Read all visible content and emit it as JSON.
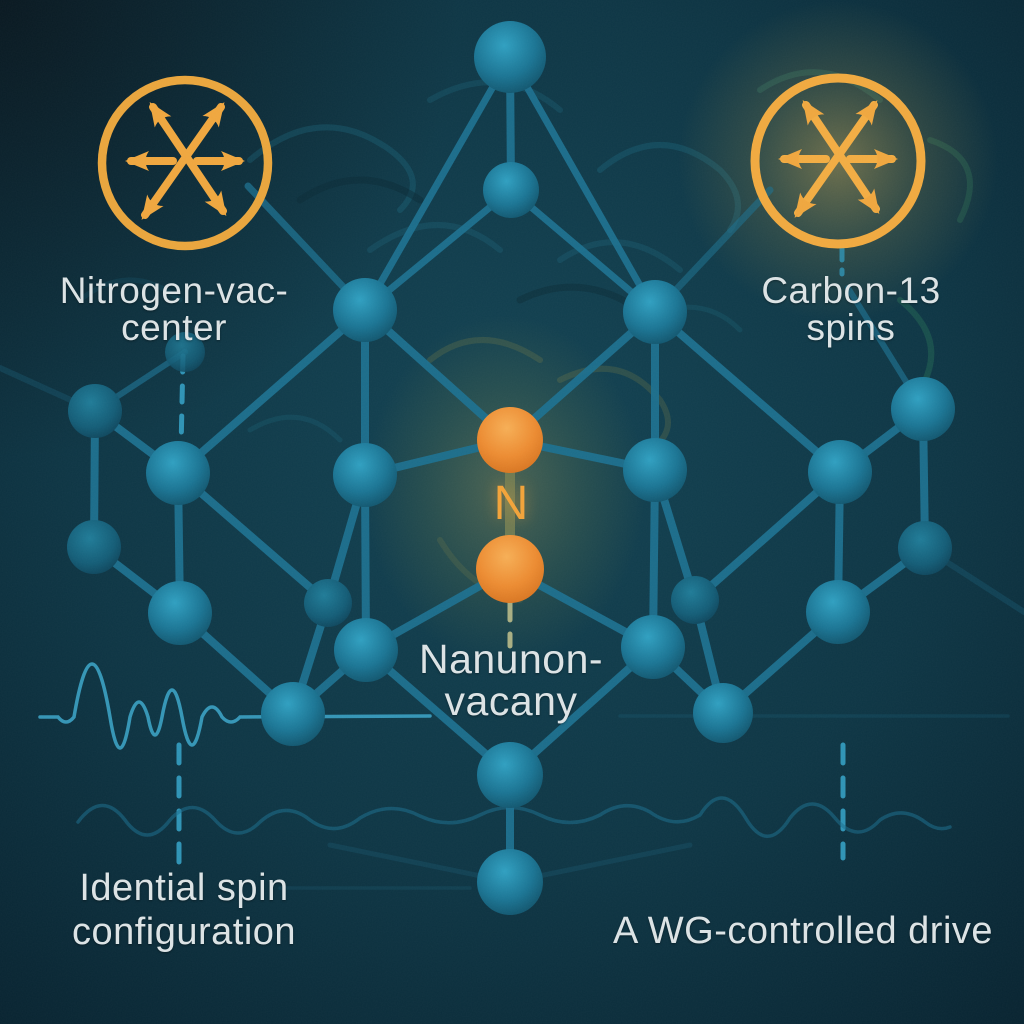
{
  "labels": {
    "nv": {
      "line1": "Nitrogen-vac-",
      "line2": "center"
    },
    "carbon": {
      "line1": "Carbon-13",
      "line2": "spins"
    },
    "nitrogen_symbol": "N",
    "nano": {
      "line1": "Nanunon-",
      "line2": "vacany"
    },
    "spin_config": {
      "line1": "Idential spin",
      "line2": "configuration"
    },
    "awg": "A WG-controlled drive"
  },
  "icons": {
    "left": "multi-direction-spin-arrows",
    "right": "multi-direction-spin-arrows"
  },
  "colors": {
    "background": "#0D3544",
    "lattice_node": "#1E7C9C",
    "lattice_edge": "#1C6F8E",
    "nitrogen_orange": "#EC8B31",
    "ring_orange": "#E9A53C",
    "text": "#DCE3E5",
    "glow": "#F2BE55",
    "waveform": "#39A0C2"
  }
}
